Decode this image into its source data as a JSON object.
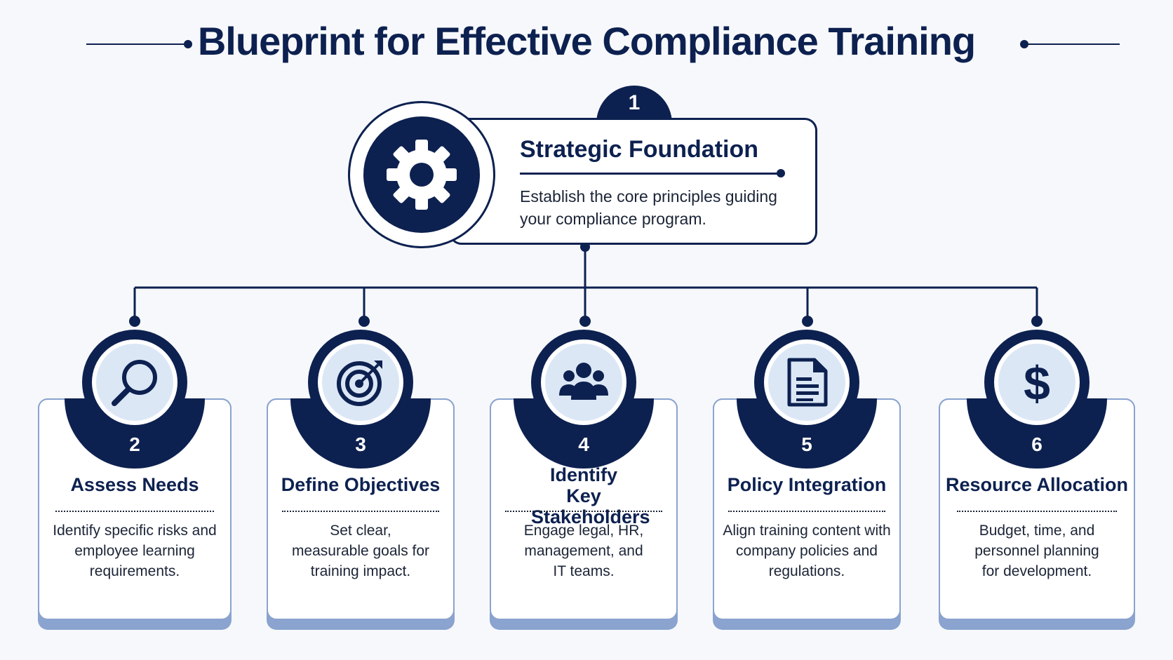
{
  "title": "Blueprint for Effective Compliance Training",
  "main": {
    "number": "1",
    "heading": "Strategic Foundation",
    "description": "Establish the core principles guiding your compliance program.",
    "icon": "gear-icon"
  },
  "steps": [
    {
      "number": "2",
      "heading": "Assess Needs",
      "description": "Identify specific risks and employee learning requirements.",
      "icon": "magnifier-icon"
    },
    {
      "number": "3",
      "heading": "Define Objectives",
      "description": "Set clear, measurable goals for training impact.",
      "icon": "target-icon"
    },
    {
      "number": "4",
      "heading": "Identify Key Stakeholders",
      "description": "Engage legal, HR, management, and IT teams.",
      "icon": "people-icon"
    },
    {
      "number": "5",
      "heading": "Policy Integration",
      "description": "Align training content with company policies and regulations.",
      "icon": "document-icon"
    },
    {
      "number": "6",
      "heading": "Resource Allocation",
      "description": "Budget, time, and personnel planning for development.",
      "icon": "dollar-icon"
    }
  ],
  "colors": {
    "navy": "#0d2150",
    "accent_light": "#dce7f6",
    "card_shadow": "#8aa3cf",
    "background": "#f7f8fb"
  }
}
